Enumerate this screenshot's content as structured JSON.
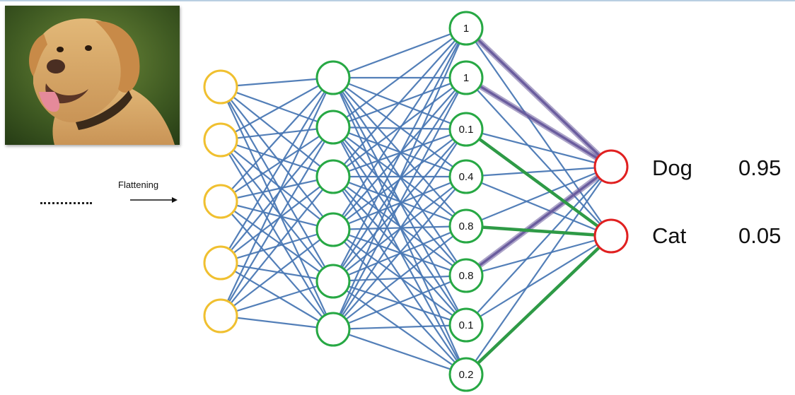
{
  "photo": {
    "subject_icon": "dog-photo"
  },
  "flatten": {
    "label": "Flattening"
  },
  "network": {
    "input_nodes": 5,
    "hidden1_nodes": 6,
    "hidden2_values": [
      "1",
      "1",
      "0.1",
      "0.4",
      "0.8",
      "0.8",
      "0.1",
      "0.2"
    ],
    "colors": {
      "input": "#f0c030",
      "hidden": "#27a844",
      "output": "#e02020",
      "edge": "#4a78b4",
      "edge_dog": "#6a5b9c",
      "edge_cat": "#2e9a46"
    },
    "dog_highlight_from": [
      0,
      1,
      5
    ],
    "cat_highlight_from": [
      2,
      4,
      7
    ]
  },
  "outputs": [
    {
      "label": "Dog",
      "value": "0.95"
    },
    {
      "label": "Cat",
      "value": "0.05"
    }
  ]
}
